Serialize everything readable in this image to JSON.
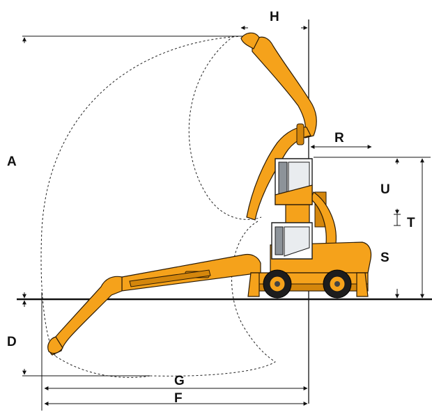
{
  "labels": {
    "A": "A",
    "D": "D",
    "F": "F",
    "G": "G",
    "H": "H",
    "R": "R",
    "S": "S",
    "T": "T",
    "U": "U"
  },
  "colors": {
    "machine": "#f5a21b",
    "machine_shadow": "#d4860c",
    "lines": "#111111"
  },
  "icons": {
    "machine": "material-handler-wheeled-excavator-icon"
  }
}
